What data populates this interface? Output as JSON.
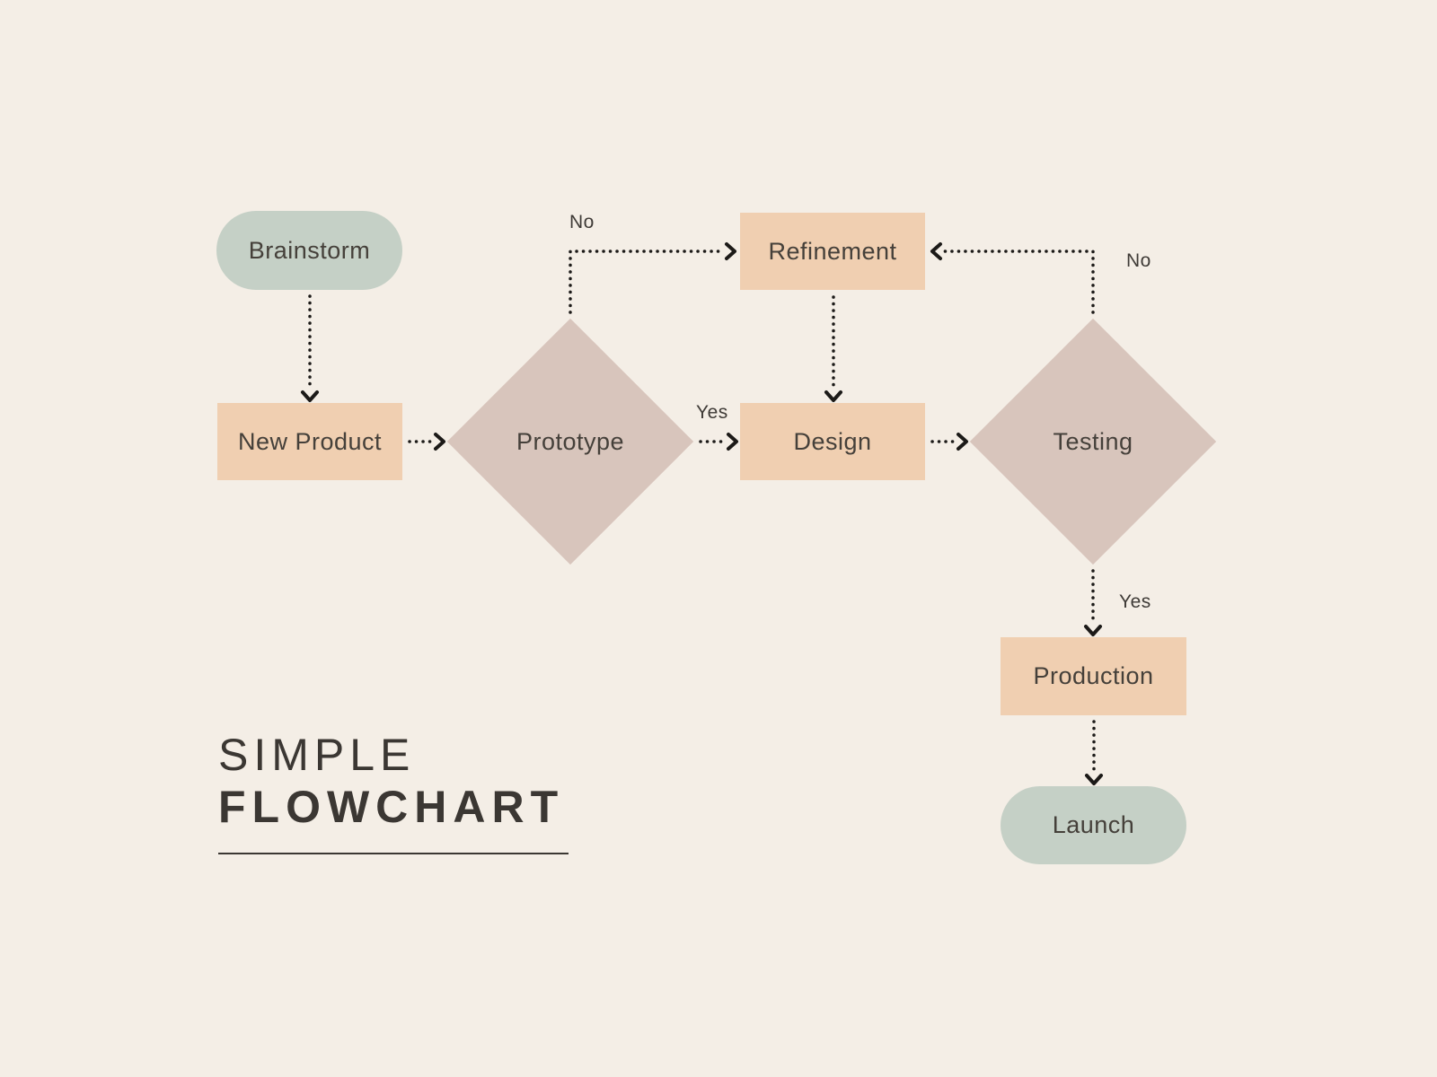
{
  "title": {
    "line1": "SIMPLE",
    "line2": "FLOWCHART"
  },
  "nodes": {
    "brainstorm": {
      "label": "Brainstorm",
      "shape": "pill"
    },
    "new_product": {
      "label": "New Product",
      "shape": "rect"
    },
    "prototype": {
      "label": "Prototype",
      "shape": "diamond"
    },
    "refinement": {
      "label": "Refinement",
      "shape": "rect"
    },
    "design": {
      "label": "Design",
      "shape": "rect"
    },
    "testing": {
      "label": "Testing",
      "shape": "diamond"
    },
    "production": {
      "label": "Production",
      "shape": "rect"
    },
    "launch": {
      "label": "Launch",
      "shape": "pill"
    }
  },
  "edges": [
    {
      "from": "brainstorm",
      "to": "new_product",
      "label": ""
    },
    {
      "from": "new_product",
      "to": "prototype",
      "label": ""
    },
    {
      "from": "prototype",
      "to": "design",
      "label": "Yes"
    },
    {
      "from": "prototype",
      "to": "refinement",
      "label": "No"
    },
    {
      "from": "refinement",
      "to": "design",
      "label": ""
    },
    {
      "from": "design",
      "to": "testing",
      "label": ""
    },
    {
      "from": "testing",
      "to": "refinement",
      "label": "No"
    },
    {
      "from": "testing",
      "to": "production",
      "label": "Yes"
    },
    {
      "from": "production",
      "to": "launch",
      "label": ""
    }
  ],
  "colors": {
    "background": "#f4eee6",
    "sage": "#c5d0c6",
    "peach": "#f0cfb1",
    "mauve": "#d8c5bc",
    "ink": "#3b3733",
    "node_text": "#45403a",
    "edge_text": "#3e3a36",
    "arrow": "#1c1a18"
  }
}
